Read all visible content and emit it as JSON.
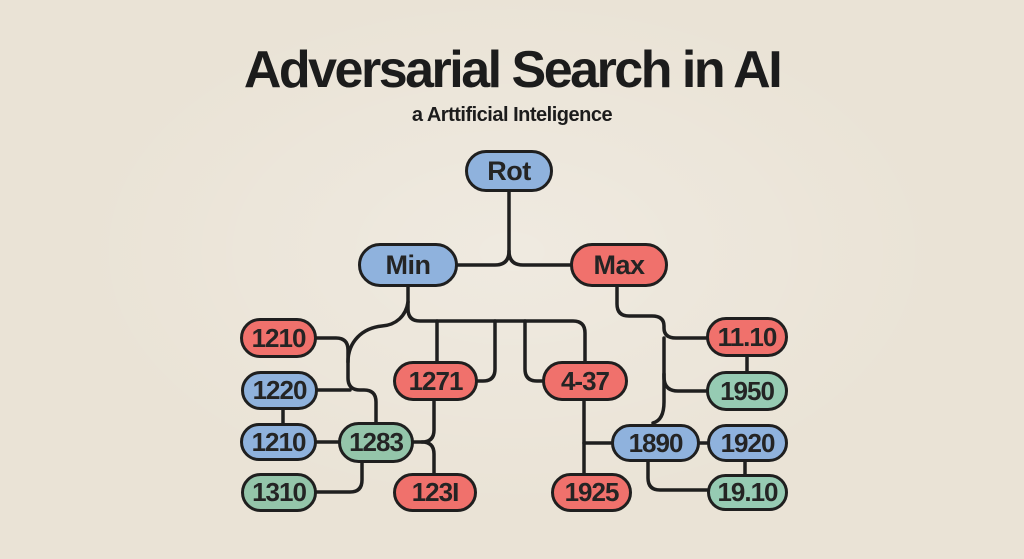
{
  "header": {
    "title": "Adversarial Search in AI",
    "subtitle": "a Arttificial Inteligence"
  },
  "colors": {
    "background": "#eae3d6",
    "node_blue": "#8fb2dd",
    "node_red": "#f0716c",
    "node_green": "#94c5aa",
    "node_teal": "#96cbb3",
    "outline": "#1f1f1f",
    "text": "#1c1c1c"
  },
  "tree": {
    "nodes": [
      {
        "id": "root",
        "label": "Rot",
        "color": "blue"
      },
      {
        "id": "min",
        "label": "Min",
        "color": "blue"
      },
      {
        "id": "max",
        "label": "Max",
        "color": "red"
      },
      {
        "id": "left-1",
        "label": "1210",
        "color": "red"
      },
      {
        "id": "left-2",
        "label": "1220",
        "color": "blue"
      },
      {
        "id": "left-3",
        "label": "1210",
        "color": "blue"
      },
      {
        "id": "left-4",
        "label": "1310",
        "color": "green"
      },
      {
        "id": "mid-1",
        "label": "1283",
        "color": "green"
      },
      {
        "id": "mid-2",
        "label": "1271",
        "color": "red"
      },
      {
        "id": "mid-3",
        "label": "123I",
        "color": "red"
      },
      {
        "id": "mid-4",
        "label": "4-37",
        "color": "red"
      },
      {
        "id": "mid-5",
        "label": "1925",
        "color": "red"
      },
      {
        "id": "right-1",
        "label": "11.10",
        "color": "red"
      },
      {
        "id": "right-2",
        "label": "1950",
        "color": "teal"
      },
      {
        "id": "right-3",
        "label": "1890",
        "color": "blue"
      },
      {
        "id": "right-4",
        "label": "1920",
        "color": "blue"
      },
      {
        "id": "right-5",
        "label": "19.10",
        "color": "teal"
      }
    ]
  }
}
